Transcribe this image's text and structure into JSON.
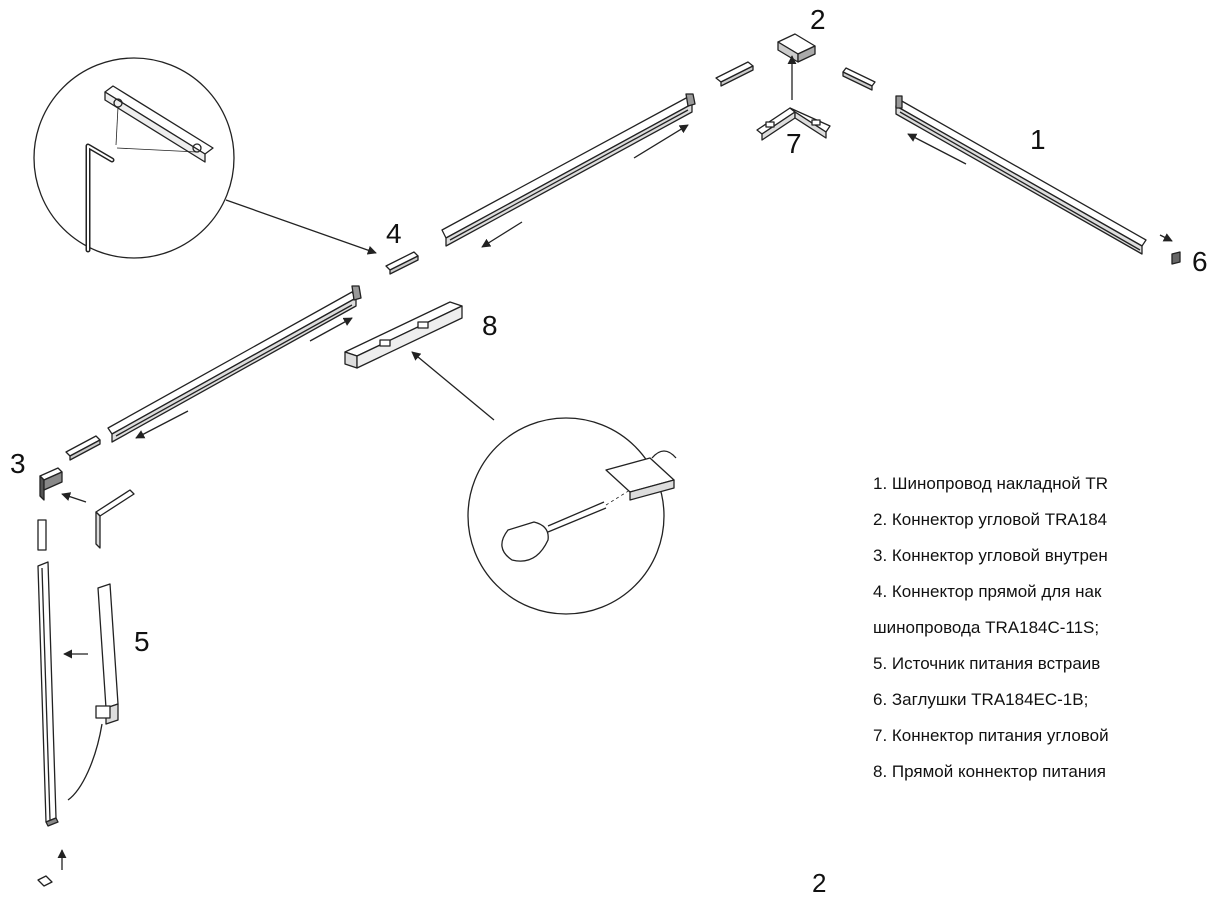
{
  "callouts": {
    "n1": "1",
    "n2": "2",
    "n3": "3",
    "n4": "4",
    "n5": "5",
    "n6": "6",
    "n7": "7",
    "n8": "8"
  },
  "legend": [
    "1. Шинопровод накладной TR",
    "2. Коннектор угловой TRA184",
    "3. Коннектор угловой внутрен",
    "4. Коннектор прямой для нак",
    "шинопровода TRA184C-11S;",
    "5. Источник питания встраив",
    "6. Заглушки TRA184EC-1B;",
    "7. Коннектор питания угловой",
    "8. Прямой коннектор питания"
  ],
  "page_number": "2"
}
